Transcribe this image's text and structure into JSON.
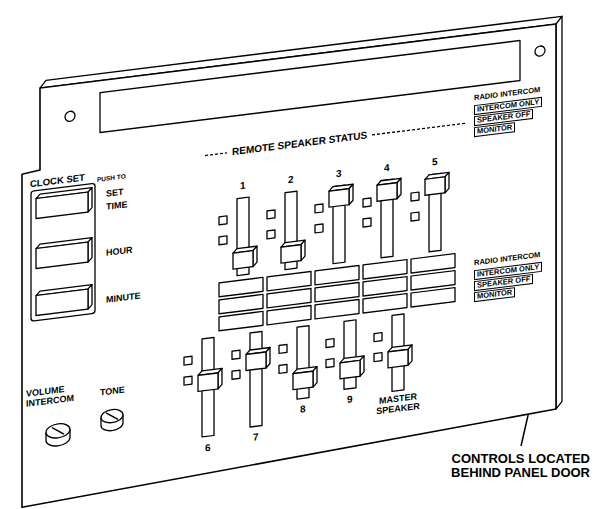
{
  "diagram": {
    "labels": [
      "REMOTE SPEAKER STATUS",
      "1",
      "2",
      "3",
      "4",
      "5",
      "RADIO INTERCOM",
      "INTERCOM ONLY",
      "SPEAKER OFF",
      "MONITOR",
      "CLOCK SET",
      "PUSH TO",
      "SET",
      "TIME",
      "HOUR",
      "MINUTE",
      "RADIO INTERCOM",
      "INTERCOM ONLY",
      "SPEAKER OFF",
      "MONITOR",
      "VOLUME INTERCOM",
      "TONE",
      "6",
      "7",
      "8",
      "9",
      "MASTER SPEAKER",
      "CONTROLS LOCATED BEHIND PANEL DOOR"
    ]
  }
}
